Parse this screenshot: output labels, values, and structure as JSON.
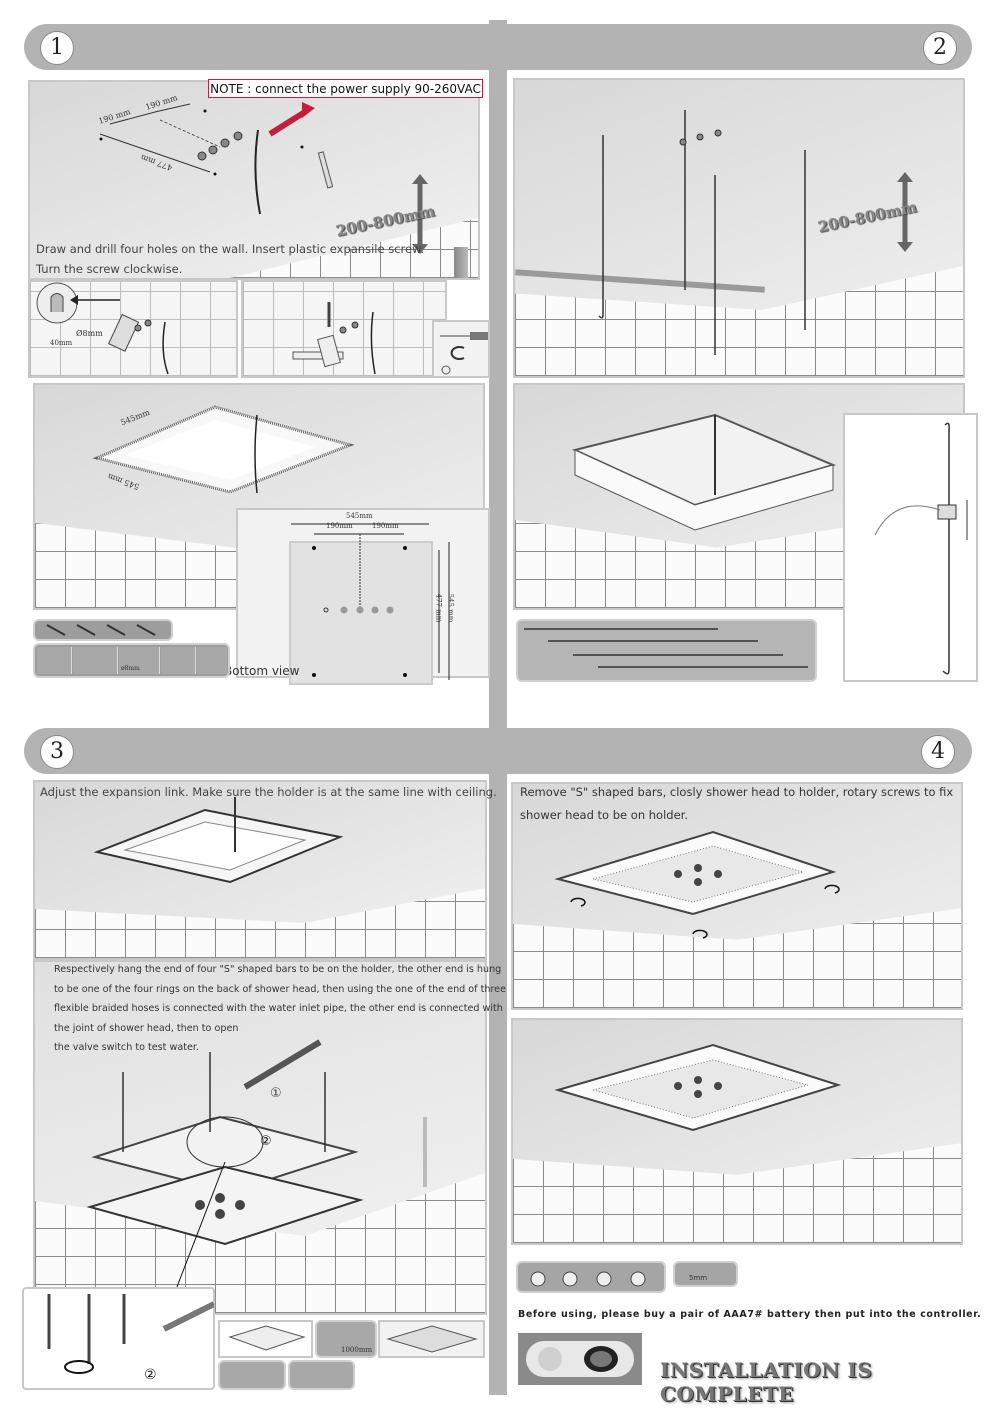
{
  "steps": [
    {
      "number": "1"
    },
    {
      "number": "2"
    },
    {
      "number": "3"
    },
    {
      "number": "4"
    }
  ],
  "step1": {
    "note": "NOTE : connect the power supply 90-260VAC",
    "instruction_line1": "Draw and drill four holes on the wall.  Insert plastic expansile screw.",
    "instruction_line2": "Turn the screw clockwise.",
    "dims": {
      "spacing_a": "190 mm",
      "spacing_b": "190 mm",
      "depth": "477 mm",
      "height_range": "200-800mm",
      "drill_diameter": "Ø8mm",
      "drill_depth": "40mm",
      "cut_width": "545mm",
      "cut_depth": "545 mm",
      "drill_bit": "ø8mm"
    },
    "bottom_view": {
      "label": "Bottom view",
      "width": "545mm",
      "left_spacing": "190mm",
      "right_spacing": "190mm",
      "inner_height": "477 mm",
      "outer_height": "545 mm"
    }
  },
  "step2": {
    "height_range": "200-800mm"
  },
  "step3": {
    "instruction_top": "Adjust the expansion link. Make sure the holder is at the same line with ceiling.",
    "instruction_lines": [
      "Respectively hang the end of four \"S\" shaped bars to be on the holder, the other end is hung",
      "to be one of the four rings on the back of shower head, then using the one of the end of three",
      "flexible braided hoses is connected with the water inlet pipe, the other end is connected with",
      "the joint of shower head, then to open",
      "the valve switch to test water."
    ],
    "marker_1": "①",
    "marker_2": "②",
    "inset_marker": "②",
    "hose_length": "1000mm"
  },
  "step4": {
    "instruction_line1": "Remove \"S\" shaped bars, closly shower head to holder, rotary screws to fix",
    "instruction_line2": "shower head to be on holder.",
    "hex_key_size": "5mm",
    "battery_note": "Before using, please buy a pair of AAA7# battery then put into the controller.",
    "complete": "INSTALLATION IS COMPLETE"
  },
  "colors": {
    "banner": "#b3b3b3",
    "note_border": "#c2203a",
    "arrow": "#c2203a"
  }
}
